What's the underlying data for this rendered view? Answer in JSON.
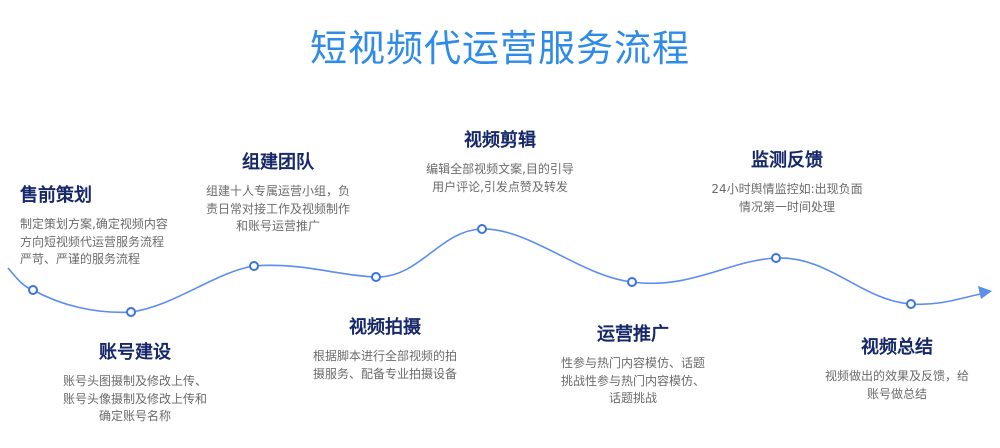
{
  "title": "短视频代运营服务流程",
  "colors": {
    "title": "#2f8be8",
    "curve": "#5b8def",
    "heading": "#16286a",
    "text": "#6b6b6b"
  },
  "steps": [
    {
      "title": "售前策划",
      "lines": [
        "制定策划方案,确定视频内容",
        "方向短视频代运营服务流程",
        "严苛、严谨的服务流程"
      ]
    },
    {
      "title": "账号建设",
      "lines": [
        "账号头图摄制及修改上传、",
        "账号头像摄制及修改上传和",
        "确定账号名称"
      ]
    },
    {
      "title": "组建团队",
      "lines": [
        "组建十人专属运营小组，负",
        "责日常对接工作及视频制作",
        "和账号运营推广"
      ]
    },
    {
      "title": "视频拍摄",
      "lines": [
        "根据脚本进行全部视频的拍",
        "摄服务、配备专业拍摄设备"
      ]
    },
    {
      "title": "视频剪辑",
      "lines": [
        "编辑全部视频文案,目的引导",
        "用户评论,引发点赞及转发"
      ]
    },
    {
      "title": "运营推广",
      "lines": [
        "性参与热门内容模仿、话题",
        "挑战性参与热门内容模仿、",
        "话题挑战"
      ]
    },
    {
      "title": "监测反馈",
      "lines": [
        "24小时舆情监控如:出现负面",
        "情况第一时间处理"
      ]
    },
    {
      "title": "视频总结",
      "lines": [
        "视频做出的效果及反馈，给",
        "账号做总结"
      ]
    }
  ]
}
